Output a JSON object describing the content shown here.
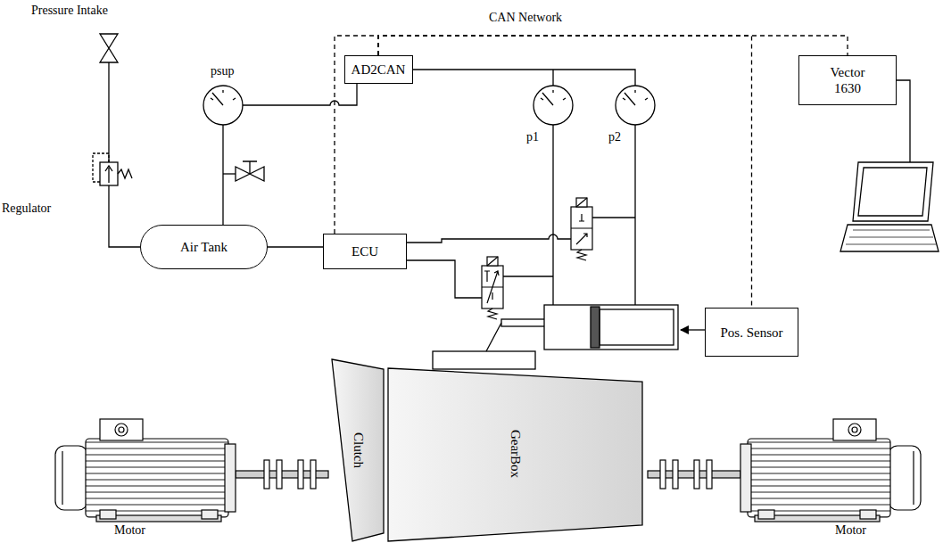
{
  "diagram": {
    "nodes": [
      {
        "text": [
          "AD2CAN"
        ]
      },
      {
        "text": [
          "Vector 1630"
        ]
      },
      {
        "text": [
          "Air Tank"
        ]
      },
      {
        "text": [
          "ECU"
        ]
      },
      {
        "text": [
          "Pos. Sensor"
        ]
      },
      {
        "text": [
          "Clutch"
        ]
      },
      {
        "text": [
          "GearBox"
        ]
      }
    ],
    "edges": [
      {
        "from": 0,
        "to": 3,
        "arrow": "none"
      },
      {
        "from": 0,
        "to": 4,
        "arrow": "none"
      },
      {
        "from": 0,
        "to": 1,
        "arrow": "none"
      },
      {
        "from": 2,
        "to": 3,
        "arrow": "none"
      }
    ],
    "labels": [
      "Pressure Intake",
      "Regulator",
      "CAN Network",
      "psup",
      "p1",
      "p2",
      "Motor",
      "Motor"
    ]
  }
}
